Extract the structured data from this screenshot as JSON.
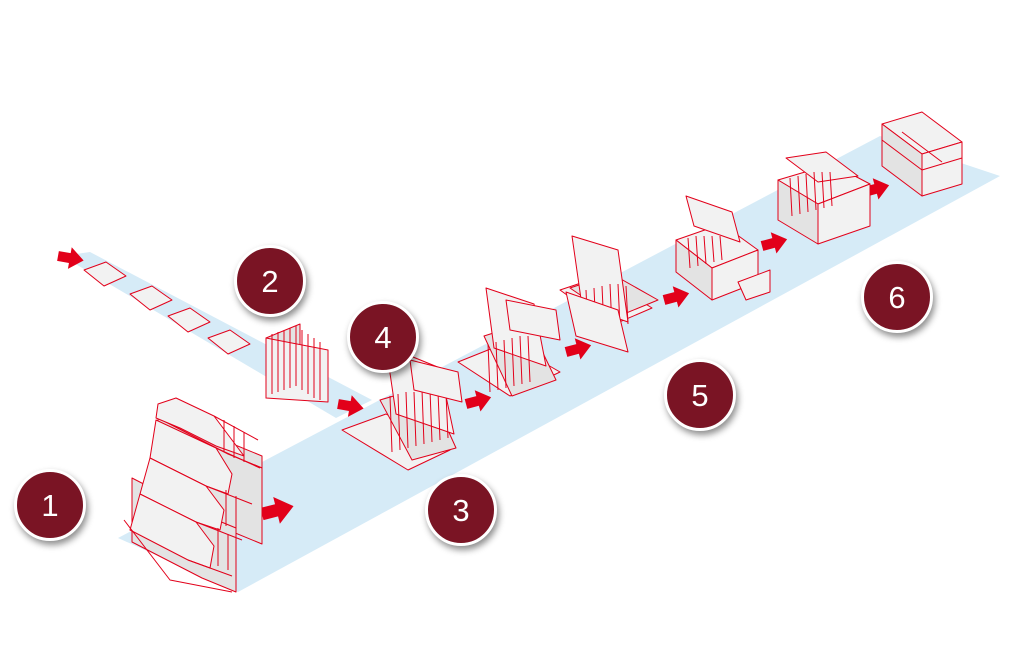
{
  "diagram": {
    "colors": {
      "belt": "#d6ebf7",
      "outline": "#e2001a",
      "arrow": "#e2001a",
      "box_face": "#f2f2f2",
      "box_side": "#e3e3e3",
      "badge_fill": "#7a1424",
      "badge_text": "#ffffff"
    },
    "steps": [
      {
        "number": "1",
        "label_icon": "flat-blank-stack-icon"
      },
      {
        "number": "2",
        "label_icon": "product-pouches-icon"
      },
      {
        "number": "3",
        "label_icon": "conveyor-infeed-icon"
      },
      {
        "number": "4",
        "label_icon": "product-loading-icon"
      },
      {
        "number": "5",
        "label_icon": "flap-folding-icon"
      },
      {
        "number": "6",
        "label_icon": "closed-carton-icon"
      }
    ]
  }
}
